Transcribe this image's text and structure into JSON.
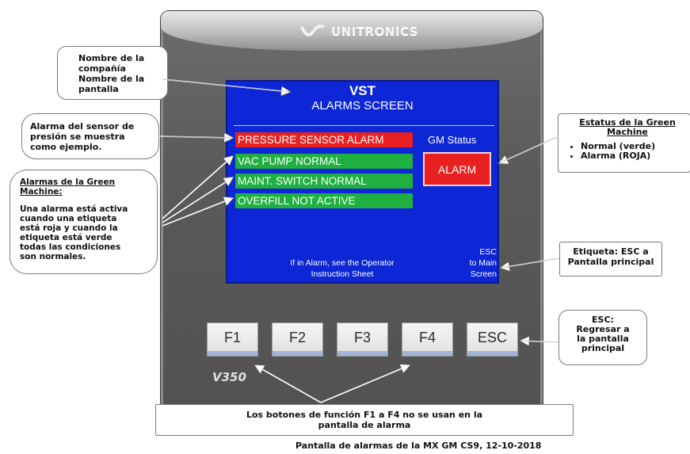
{
  "brand": "UNITRONICS",
  "model": "V350",
  "screen": {
    "title_line1": "VST",
    "title_line2": "ALARMS SCREEN",
    "alarms": [
      {
        "label": "PRESSURE SENSOR ALARM",
        "state": "alarm",
        "color": "#e82020"
      },
      {
        "label": "VAC PUMP NORMAL",
        "state": "normal",
        "color": "#20b040"
      },
      {
        "label": "MAINT. SWITCH NORMAL",
        "state": "normal",
        "color": "#20b040"
      },
      {
        "label": "OVERFILL NOT ACTIVE",
        "state": "normal",
        "color": "#20b040"
      }
    ],
    "gm_status_label": "GM Status",
    "gm_status_button": "ALARM",
    "operator_note_line1": "If in Alarm, see the Operator",
    "operator_note_line2": "Instruction Sheet",
    "esc_line1": "ESC",
    "esc_line2": "to Main",
    "esc_line3": "Screen",
    "background_color": "#0d26d6"
  },
  "keys": [
    "F1",
    "F2",
    "F3",
    "F4",
    "ESC"
  ],
  "callouts": {
    "company": {
      "line1": "Nombre de la",
      "line2": "compañía",
      "line3": "Nombre de la",
      "line4": "pantalla"
    },
    "pressure": {
      "line1": "Alarma del sensor de",
      "line2": "presión se muestra",
      "line3": "como ejemplo."
    },
    "green": {
      "header_line1": "Alarmas de la Green",
      "header_line2": "Machine:",
      "body_line1": "Una alarma está activa",
      "body_line2": "cuando una etiqueta",
      "body_line3": "está roja y cuando la",
      "body_line4": "etiqueta está verde",
      "body_line5": "todas las condiciones",
      "body_line6": "son normales."
    },
    "status": {
      "header_line1": "Estatus de la Green",
      "header_line2": "Machine",
      "items": [
        "Normal (verde)",
        "Alarma (ROJA)"
      ]
    },
    "esc_label": {
      "line1": "Etiqueta: ESC a",
      "line2": "Pantalla principal"
    },
    "esc_key": {
      "line1": "ESC:",
      "line2": "Regresar a",
      "line3": "la pantalla",
      "line4": "principal"
    },
    "fkeys": {
      "line1": "Los botones de función F1 a F4 no se usan en la",
      "line2": "pantalla de alarma"
    }
  },
  "caption": "Pantalla de alarmas de la MX GM CS9, 12-10-2018"
}
